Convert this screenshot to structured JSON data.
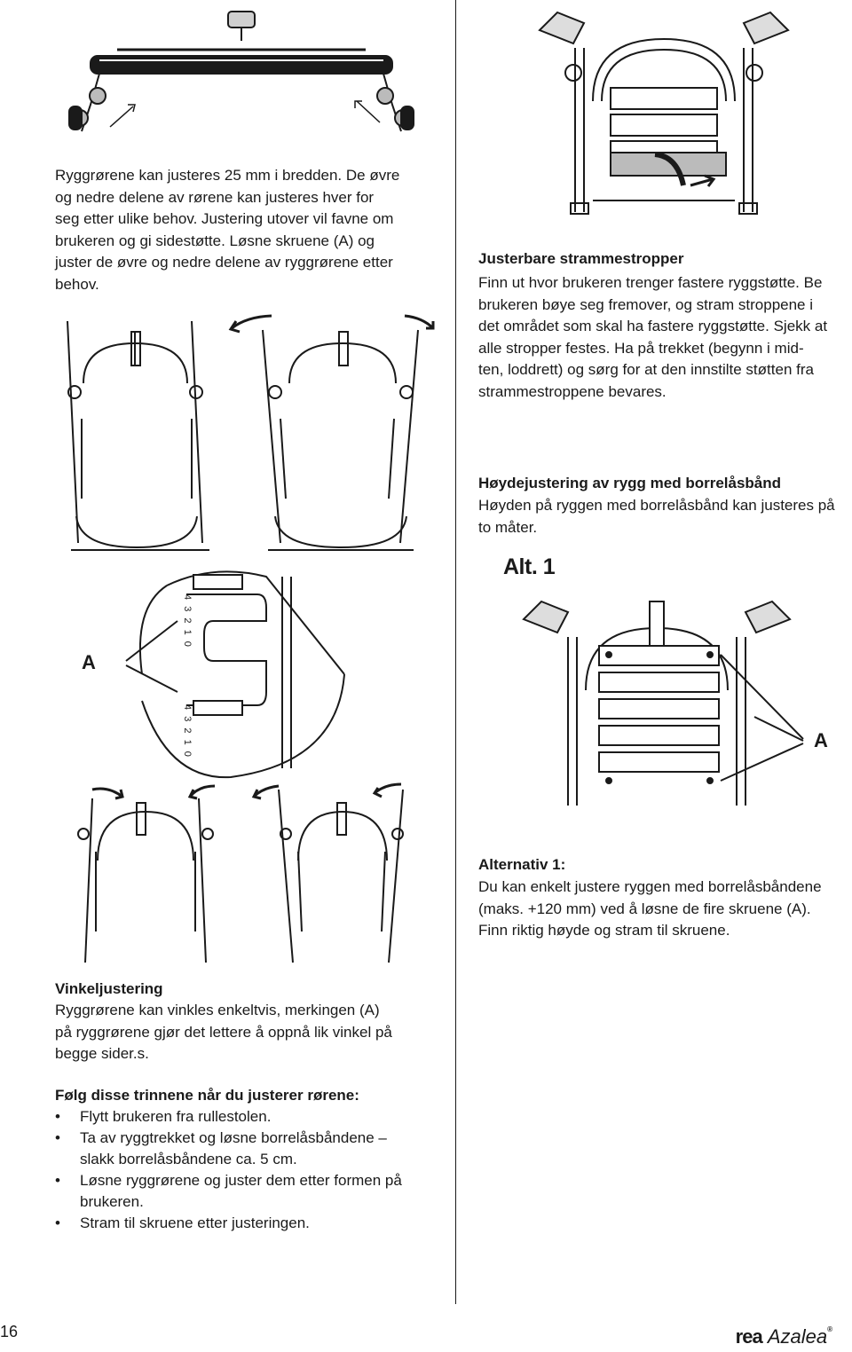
{
  "left_column": {
    "intro_paragraph": [
      "Ryggrørene kan justeres 25 mm i bredden. De øvre",
      "og nedre delene av rørene kan justeres hver for",
      "seg etter ulike behov. Justering utover vil favne om",
      "brukeren og gi sidestøtte. Løsne skruene (A) og",
      "juster de øvre og nedre delene av ryggrørene etter",
      "behov."
    ],
    "label_a": "A",
    "vinkel": {
      "heading": "Vinkeljustering",
      "lines": [
        "Ryggrørene kan vinkles enkeltvis, merkingen (A)",
        "på ryggrørene gjør det lettere å oppnå lik vinkel på",
        "begge sider.s."
      ]
    },
    "steps": {
      "heading": "Følg disse trinnene når du justerer rørene:",
      "items": [
        [
          "Flytt brukeren fra rullestolen."
        ],
        [
          "Ta av ryggtrekket og løsne borrelåsbåndene –",
          "slakk borrelåsbåndene ca. 5 cm."
        ],
        [
          "Løsne ryggrørene og juster dem etter formen på",
          "brukeren."
        ],
        [
          "Stram til skruene etter justeringen."
        ]
      ]
    }
  },
  "right_column": {
    "straps": {
      "heading": "Justerbare strammestropper",
      "lines": [
        "Finn ut hvor brukeren trenger fastere ryggstøtte. Be",
        "brukeren bøye seg fremover, og stram stroppene i",
        "det området som skal ha fastere ryggstøtte. Sjekk at",
        "alle stropper festes. Ha på trekket (begynn i mid-",
        "ten, loddrett) og sørg for at den innstilte støtten fra",
        "strammestroppene bevares."
      ]
    },
    "height": {
      "heading": "Høydejustering av rygg med borrelåsbånd",
      "lines": [
        "Høyden på ryggen med borrelåsbånd kan justeres på",
        "to måter."
      ]
    },
    "alt_label": "Alt. 1",
    "label_a": "A",
    "alt1": {
      "heading": "Alternativ 1:",
      "lines": [
        "Du kan enkelt justere ryggen med borrelåsbåndene",
        "(maks. +120 mm) ved å løsne de fire skruene (A).",
        "Finn riktig høyde og stram til skruene."
      ]
    }
  },
  "scale_marks": [
    "4",
    "3",
    "2",
    "1",
    "0"
  ],
  "footer": {
    "page_number": "16",
    "brand_rea": "rea",
    "brand_azalea": "Azalea",
    "brand_reg": "®"
  }
}
